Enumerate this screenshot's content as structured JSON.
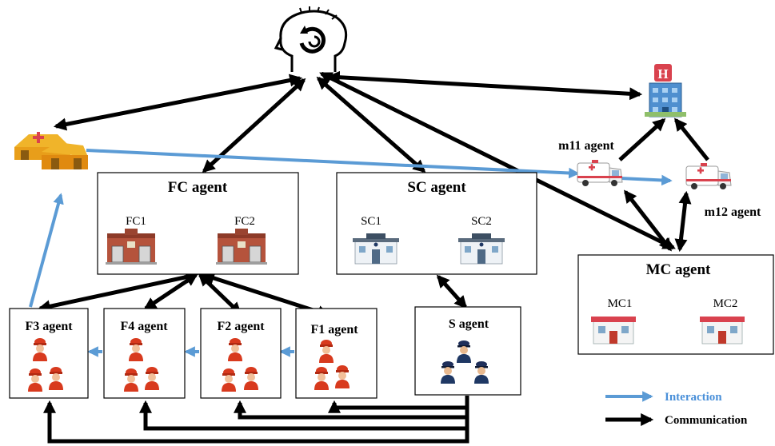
{
  "colors": {
    "interaction": "#5b9bd5",
    "communication": "#000000",
    "fire": "#c0392b",
    "police": "#1f3864"
  },
  "boxes": {
    "fc": {
      "title": "FC agent",
      "items": [
        "FC1",
        "FC2"
      ]
    },
    "sc": {
      "title": "SC agent",
      "items": [
        "SC1",
        "SC2"
      ]
    },
    "mc": {
      "title": "MC agent",
      "items": [
        "MC1",
        "MC2"
      ]
    },
    "f3": {
      "title": "F3 agent"
    },
    "f4": {
      "title": "F4 agent"
    },
    "f2": {
      "title": "F2 agent"
    },
    "f1": {
      "title": "F1 agent"
    },
    "s": {
      "title": "S agent"
    }
  },
  "ambulances": {
    "m11": "m11 agent",
    "m12": "m12 agent"
  },
  "legend": {
    "interaction": "Interaction",
    "communication": "Communication"
  },
  "icons": [
    "brain-refresh-icon",
    "hospital-icon",
    "shelter-icon",
    "fire-station-icon",
    "police-station-icon",
    "medical-center-icon",
    "firefighter-icon",
    "police-officer-icon",
    "ambulance-icon"
  ]
}
